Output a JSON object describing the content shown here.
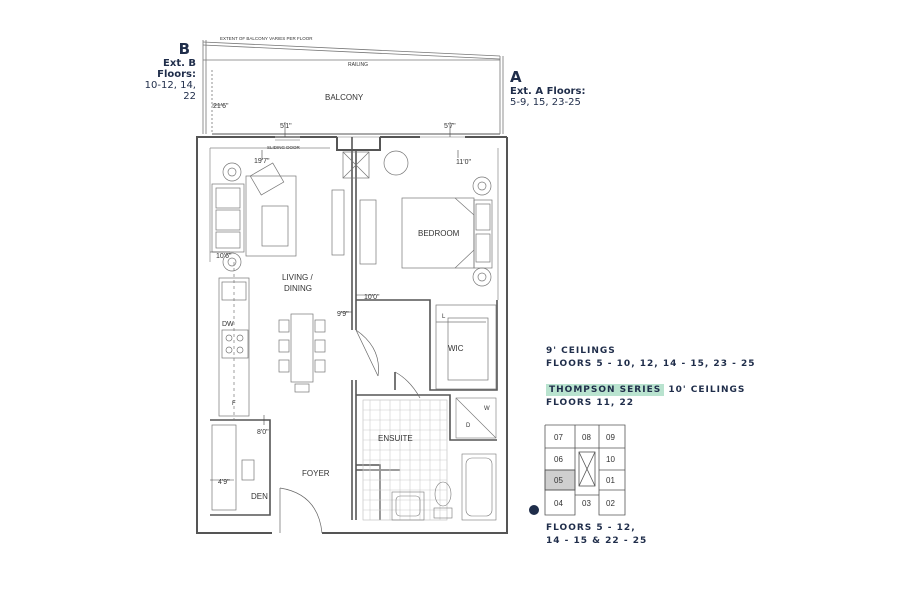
{
  "ext_b": {
    "letter": "B",
    "title": "Ext. B Floors:",
    "floors": "10-12, 14, 22"
  },
  "ext_a": {
    "letter": "A",
    "title": "Ext. A Floors:",
    "floors": "5-9, 15, 23-25"
  },
  "balcony": {
    "label": "BALCONY",
    "extent_note": "EXTENT OF BALCONY VARIES PER FLOOR",
    "railing": "RAILING",
    "depth_dim": "21'6\""
  },
  "rooms": {
    "living": "LIVING /",
    "dining": "DINING",
    "bedroom": "BEDROOM",
    "wic": "WIC",
    "ensuite": "ENSUITE",
    "foyer": "FOYER",
    "den": "DEN",
    "sliding_door": "SLIDING DOOR"
  },
  "appliances": {
    "dw": "DW",
    "f": "F",
    "w": "W",
    "d": "D",
    "l": "L"
  },
  "dimensions": {
    "d5_1": "5'1\"",
    "d5_7": "5'7\"",
    "d19_7": "19'7\"",
    "d11_0": "11'0\"",
    "d10_6": "10'6\"",
    "d10_0": "10'0\"",
    "d9_9": "9'9\"",
    "d8_0": "8'0\"",
    "d4_9": "4'9\""
  },
  "ceilings": {
    "line1": "9' CEILINGS",
    "line2": "FLOORS 5 - 10, 12, 14 - 15, 23 - 25",
    "series": "THOMPSON SERIES",
    "series_rest": " 10' CEILINGS",
    "line4": "FLOORS 11, 22"
  },
  "keyplan": {
    "units": [
      "07",
      "08",
      "09",
      "06",
      "10",
      "05",
      "01",
      "04",
      "03",
      "02"
    ],
    "highlighted": "05",
    "floors_line1": "FLOORS  5 - 12,",
    "floors_line2": "14 - 15 & 22 - 25"
  },
  "colors": {
    "navy": "#1f2d4a",
    "wall": "#555555",
    "highlight": "#cfcfcf",
    "series_bg": "#b9e3cf"
  }
}
